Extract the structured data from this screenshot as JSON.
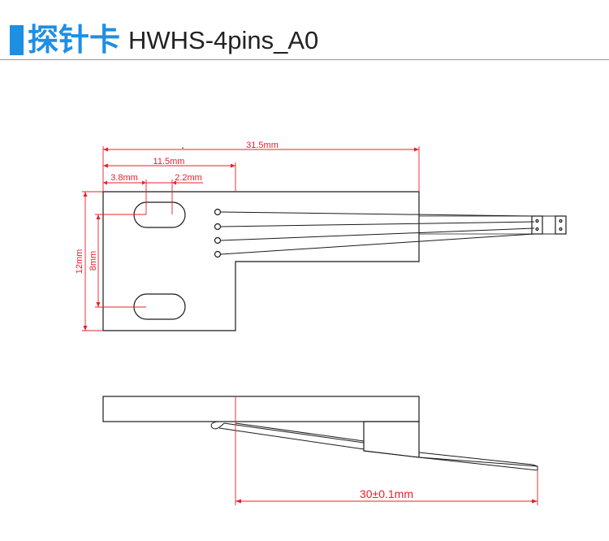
{
  "header": {
    "title_cn": "探针卡",
    "title_en": "HWHS-4pins_A0",
    "accent": "#1e8fe3",
    "bar_color": "#1e8fe3"
  },
  "dimensions": {
    "total_length": "31.5mm",
    "partial_length": "11.5mm",
    "hole_offset": "3.8mm",
    "slot_length": "2.2mm",
    "height": "12mm",
    "hole_spacing": "8mm",
    "needle_length": "30±0.1mm"
  },
  "colors": {
    "dimension": "#e8202a",
    "outline": "#1a1a1a"
  }
}
